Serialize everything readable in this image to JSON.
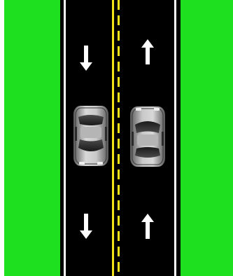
{
  "scene": {
    "type": "two-lane road, top-down view",
    "colors": {
      "grass": "#1ee01e",
      "road": "#000000",
      "edge_line": "#ffffff",
      "center_line": "#f2e21a",
      "arrow": "#ffffff",
      "car_body": "#8f8f8f",
      "car_glass": "#2a2a2a"
    },
    "lanes": [
      {
        "name": "left-lane",
        "direction": "down",
        "arrows": [
          "arrow-down-top",
          "arrow-down-bottom"
        ]
      },
      {
        "name": "right-lane",
        "direction": "up",
        "arrows": [
          "arrow-up-top",
          "arrow-up-bottom"
        ]
      }
    ],
    "center_line": {
      "style": "solid yellow line with dashed yellow line"
    },
    "vehicles": [
      {
        "name": "left-car",
        "lane": "left-lane",
        "heading": "down",
        "icon": "car-icon"
      },
      {
        "name": "right-car",
        "lane": "right-lane",
        "heading": "up",
        "icon": "car-icon"
      }
    ]
  }
}
